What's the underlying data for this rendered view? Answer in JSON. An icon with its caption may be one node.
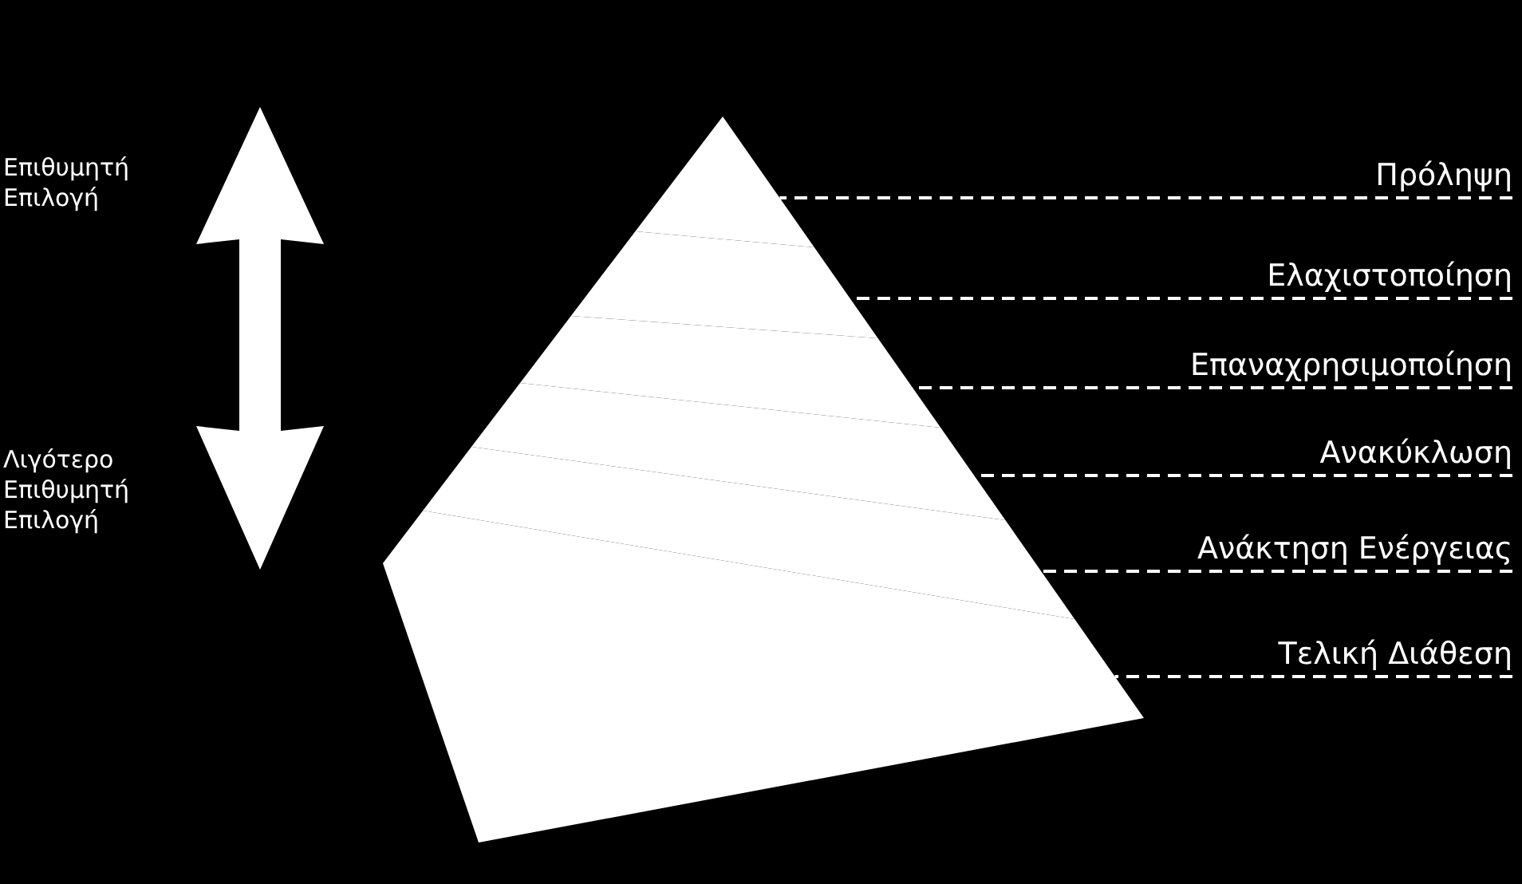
{
  "diagram": {
    "nodes": [
      {
        "text": [
          "Πρόληψη"
        ]
      },
      {
        "text": [
          "Ελαχιστοποίηση"
        ]
      },
      {
        "text": [
          "Επαναχρησιμοποίηση"
        ]
      },
      {
        "text": [
          "Ανακύκλωση"
        ]
      },
      {
        "text": [
          "Ανάκτηση Ενέργειας"
        ]
      },
      {
        "text": [
          "Τελική Διάθεση"
        ]
      },
      {
        "text": [],
        "shape": "band"
      },
      {
        "text": [],
        "shape": "band"
      },
      {
        "text": [],
        "shape": "band"
      },
      {
        "text": [],
        "shape": "band"
      },
      {
        "text": [],
        "shape": "band"
      },
      {
        "text": [],
        "shape": "band"
      }
    ],
    "edges": [
      {
        "from": 0,
        "to": 6,
        "arrow": "none",
        "style": "dashed"
      },
      {
        "from": 1,
        "to": 7,
        "arrow": "none",
        "style": "dashed"
      },
      {
        "from": 2,
        "to": 8,
        "arrow": "none",
        "style": "dashed"
      },
      {
        "from": 3,
        "to": 9,
        "arrow": "none",
        "style": "dashed"
      },
      {
        "from": 4,
        "to": 10,
        "arrow": "none",
        "style": "dashed"
      },
      {
        "from": 5,
        "to": 11,
        "arrow": "none",
        "style": "dashed"
      }
    ],
    "labels": [
      "Επιθυμητή Επιλογή",
      "Λιγότερο Επιθυμητή Επιλογή"
    ]
  }
}
